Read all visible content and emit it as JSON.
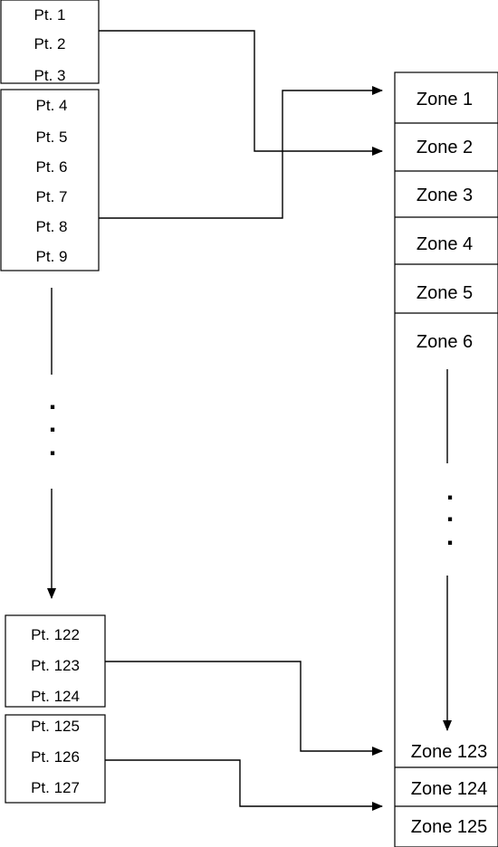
{
  "groups": [
    {
      "points": [
        "Pt. 1",
        "Pt. 2",
        "Pt. 3"
      ]
    },
    {
      "points": [
        "Pt. 4",
        "Pt. 5",
        "Pt. 6",
        "Pt. 7",
        "Pt. 8",
        "Pt. 9"
      ]
    },
    {
      "points": [
        "Pt. 122",
        "Pt. 123",
        "Pt. 124"
      ]
    },
    {
      "points": [
        "Pt. 125",
        "Pt. 126",
        "Pt. 127"
      ]
    }
  ],
  "zones": [
    "Zone 1",
    "Zone 2",
    "Zone 3",
    "Zone 4",
    "Zone 5",
    "Zone 6",
    "Zone 123",
    "Zone 124",
    "Zone 125"
  ],
  "ellipsis": {
    "left": [
      ".",
      ".",
      "."
    ],
    "zone": [
      ".",
      ".",
      "."
    ]
  },
  "connections": [
    {
      "from": "Pt. 2",
      "to": "Zone 2"
    },
    {
      "from": "Pt. 8",
      "to": "Zone 1"
    },
    {
      "from": "Pt. 123",
      "to": "Zone 123"
    },
    {
      "from": "Pt. 126",
      "to": "Zone 125"
    }
  ]
}
